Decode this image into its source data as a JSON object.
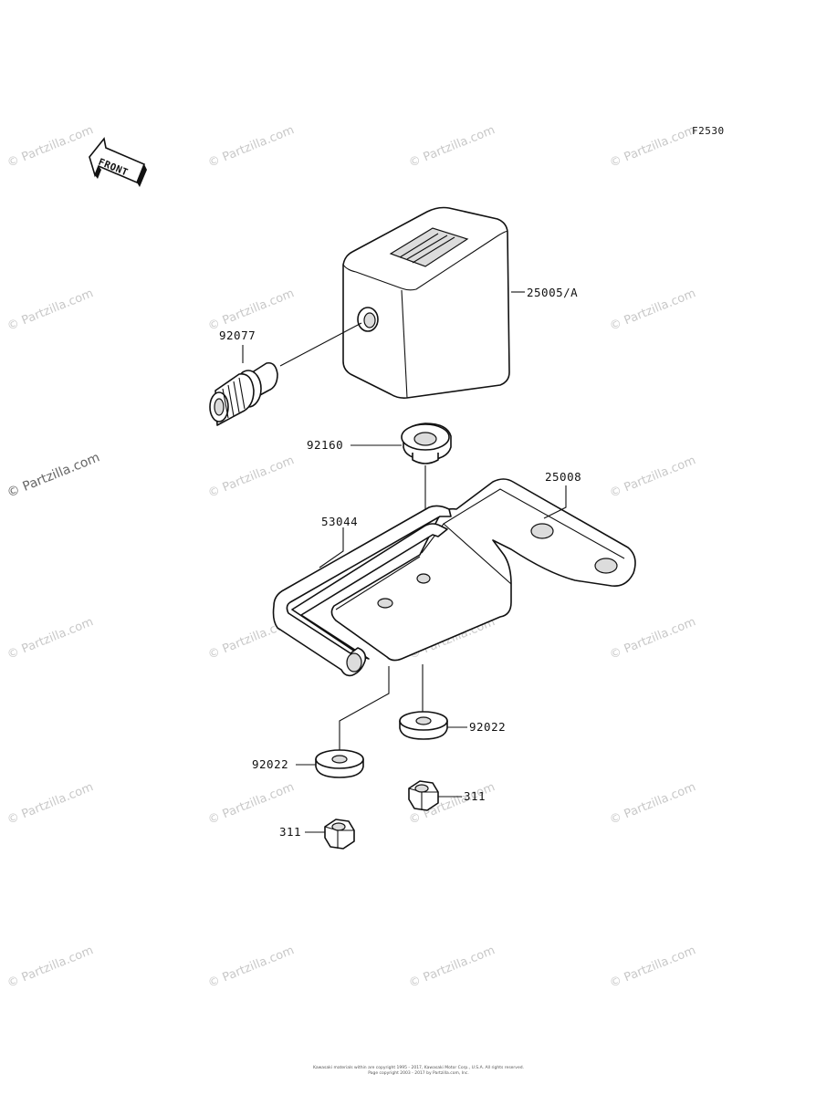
{
  "figure_code": "F2530",
  "front_label": "FRONT",
  "watermark": "© Partzilla.com",
  "callouts": {
    "indicator_housing": "25005/A",
    "knob": "92077",
    "grommet": "92160",
    "bracket": "25008",
    "clamp": "53044",
    "washer_right": "92022",
    "washer_left": "92022",
    "nut_right": "311",
    "nut_left": "311"
  },
  "footer": {
    "line1": "Kawasaki materials within are copyright 1995 - 2017, Kawasaki Motor Corp., U.S.A. All rights reserved.",
    "line2": "Page copyright 2003 - 2017 by Partzilla.com, Inc."
  }
}
